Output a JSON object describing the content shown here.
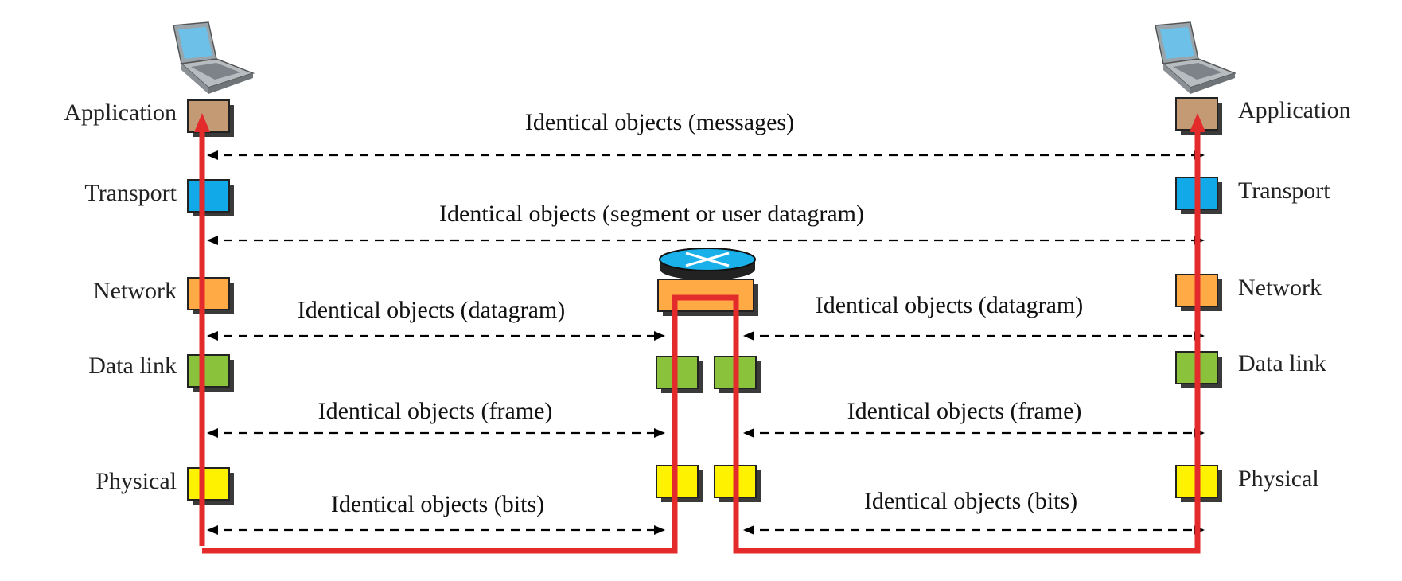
{
  "layers": [
    {
      "key": "application",
      "label": "Application",
      "color": "#c49a74"
    },
    {
      "key": "transport",
      "label": "Transport",
      "color": "#12a9e8"
    },
    {
      "key": "network",
      "label": "Network",
      "color": "#ffaa44"
    },
    {
      "key": "datalink",
      "label": "Data link",
      "color": "#8ac23c"
    },
    {
      "key": "physical",
      "label": "Physical",
      "color": "#fff200"
    }
  ],
  "left_host": {
    "application": "Application",
    "transport": "Transport",
    "network": "Network",
    "datalink": "Data link",
    "physical": "Physical"
  },
  "right_host": {
    "application": "Application",
    "transport": "Transport",
    "network": "Network",
    "datalink": "Data link",
    "physical": "Physical"
  },
  "objects": {
    "messages": "Identical objects (messages)",
    "segment": "Identical objects (segment or user datagram)",
    "datagram_left": "Identical objects (datagram)",
    "datagram_right": "Identical objects (datagram)",
    "frame_left": "Identical objects (frame)",
    "frame_right": "Identical objects (frame)",
    "bits_left": "Identical objects (bits)",
    "bits_right": "Identical objects (bits)"
  },
  "colors": {
    "route": "#e32b2b",
    "router_top": "#1ab0ea",
    "router_body": "#ffaa44"
  }
}
